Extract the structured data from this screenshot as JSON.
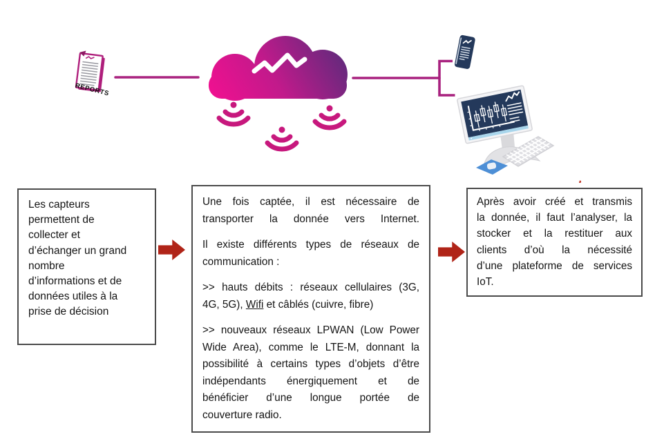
{
  "illustration": {
    "reports_label": "REPORTS"
  },
  "colors": {
    "magenta_line": "#A8217E",
    "cloud_pink": "#F01090",
    "cloud_purple": "#5B2B7B",
    "wifi_magenta": "#C7187D",
    "screen_navy": "#24395B",
    "arrow_red": "#B02418",
    "mousepad_blue": "#4D8FD6",
    "box_border": "#4A4A4A"
  },
  "box1": {
    "lines": [
      "Les capteurs",
      "permettent de",
      "collecter et",
      "d’échanger un grand",
      "nombre",
      "d’informations et de",
      "données utiles à la",
      "prise de décision"
    ]
  },
  "box2": {
    "p1": {
      "l1": "Une fois captée, il est nécessaire de",
      "l2": "transporter la donnée vers Internet."
    },
    "p2": {
      "l1": "Il existe différents types de réseaux de",
      "l2": "communication :"
    },
    "p3": {
      "l1": ">> hauts débits : réseaux cellulaires (3G,",
      "l2_pre": "4G, 5G), ",
      "l2_underlined": "Wifi",
      "l2_post": " et câblés (cuivre, fibre)"
    },
    "p4": {
      "l1": ">> nouveaux réseaux LPWAN (Low Power",
      "l2": "Wide Area), comme le LTE-M, donnant la",
      "l3": "possibilité à certains types d’objets d’être",
      "l4": "indépendants énergiquement et de",
      "l5": "bénéficier d’une longue portée de",
      "l6": "couverture radio."
    }
  },
  "box3": {
    "lines": [
      "Après avoir créé et transmis",
      "la donnée, il faut l’analyser, la",
      "stocker et la restituer aux",
      "clients d’où la nécessité",
      "d’une plateforme de services",
      "IoT."
    ]
  }
}
